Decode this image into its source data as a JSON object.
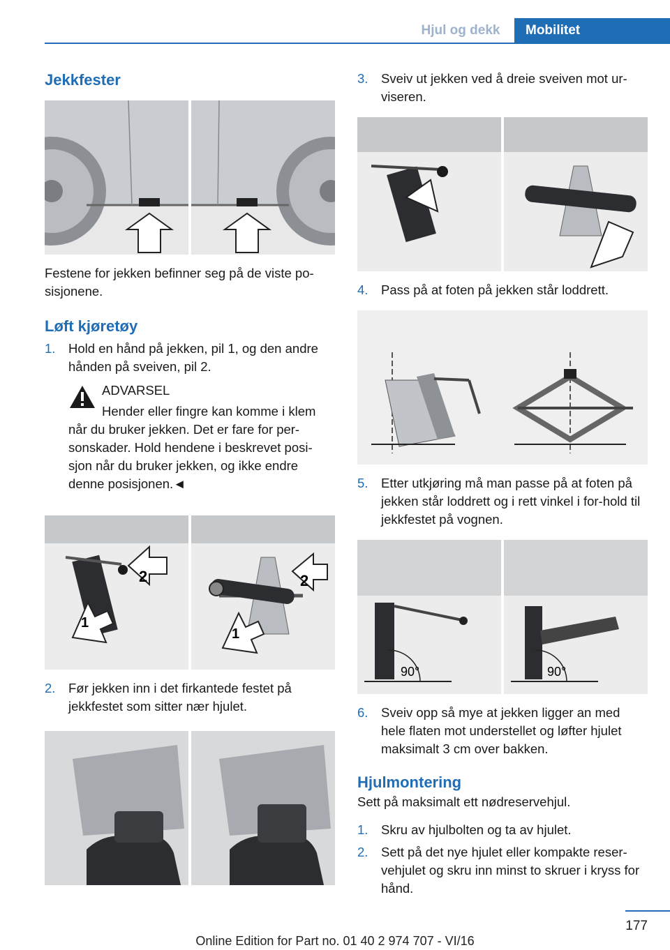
{
  "header": {
    "section": "Hjul og dekk",
    "chapter": "Mobilitet"
  },
  "left": {
    "heading": "Jekkfester",
    "intro": "Festene for jekken befinner seg på de viste po-sisjonene.",
    "subheading": "Løft kjøretøy",
    "step1": {
      "num": "1.",
      "text": "Hold en hånd på jekken, pil 1, og den andre hånden på sveiven, pil 2."
    },
    "warning": {
      "title": "ADVARSEL",
      "line1": "Hender eller fingre kan komme i klem",
      "body": "når du bruker jekken. Det er fare for per-sonskader. Hold hendene i beskrevet posi-sjon når du bruker jekken, og ikke endre denne posisjonen.◄"
    },
    "step2": {
      "num": "2.",
      "text": "Før jekken inn i det firkantede festet på jekkfestet som sitter nær hjulet."
    },
    "fig_labels": {
      "arrow1": "1",
      "arrow2": "2"
    }
  },
  "right": {
    "step3": {
      "num": "3.",
      "text": "Sveiv ut jekken ved å dreie sveiven mot ur-viseren."
    },
    "step4": {
      "num": "4.",
      "text": "Pass på at foten på jekken står loddrett."
    },
    "step5": {
      "num": "5.",
      "text": "Etter utkjøring må man passe på at foten på jekken står loddrett og i rett vinkel i for-hold til jekkfestet på vognen."
    },
    "angle": "90°",
    "step6": {
      "num": "6.",
      "text": "Sveiv opp så mye at jekken ligger an med hele flaten mot understellet og løfter hjulet maksimalt 3 cm over bakken."
    },
    "heading": "Hjulmontering",
    "intro": "Sett på maksimalt ett nødreservehjul.",
    "m1": {
      "num": "1.",
      "text": "Skru av hjulbolten og ta av hjulet."
    },
    "m2": {
      "num": "2.",
      "text": "Sett på det nye hjulet eller kompakte reser-vehjulet og skru inn minst to skruer i kryss for hånd."
    }
  },
  "footer": {
    "page": "177",
    "edition": "Online Edition for Part no. 01 40 2 974 707 - VI/16"
  }
}
